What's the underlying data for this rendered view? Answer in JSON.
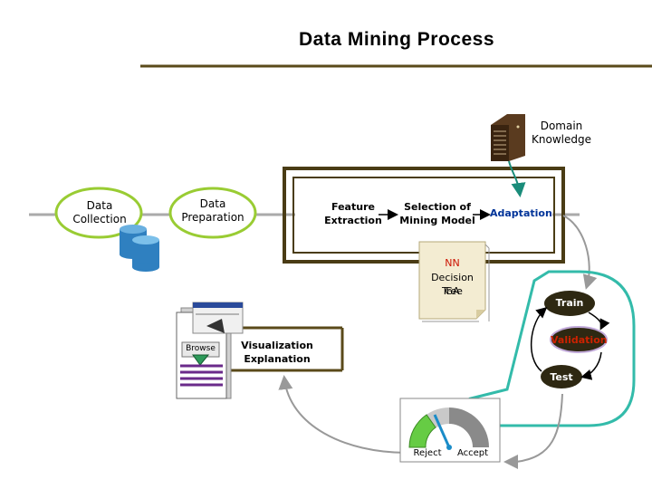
{
  "title": "Data Mining Process",
  "nodes": {
    "data_collection": "Data Collection",
    "data_preparation": "Data Preparation",
    "feature_extraction": "Feature Extraction",
    "selection_of_mining_model": "Selection of Mining Model",
    "adaptation": "Adaptation",
    "domain_knowledge": "Domain Knowledge",
    "visualization_explanation": "Visualization Explanation",
    "browse": "Browse"
  },
  "model_note": {
    "items": [
      "NN",
      "Decision Tree",
      "GA"
    ]
  },
  "cycle": {
    "train": "Train",
    "validation": "Validation",
    "test": "Test"
  },
  "gauge": {
    "reject": "Reject",
    "accept": "Accept"
  },
  "colors": {
    "ellipse_border": "#99cc33",
    "teal_cycle": "#33bbaa",
    "dark_olive": "#5a4a1a",
    "ellipse_label_red": "#cc2200",
    "note_red": "#cc1100",
    "arrow_gray": "#aaaaaa",
    "db_blue": "#2f80c0"
  }
}
